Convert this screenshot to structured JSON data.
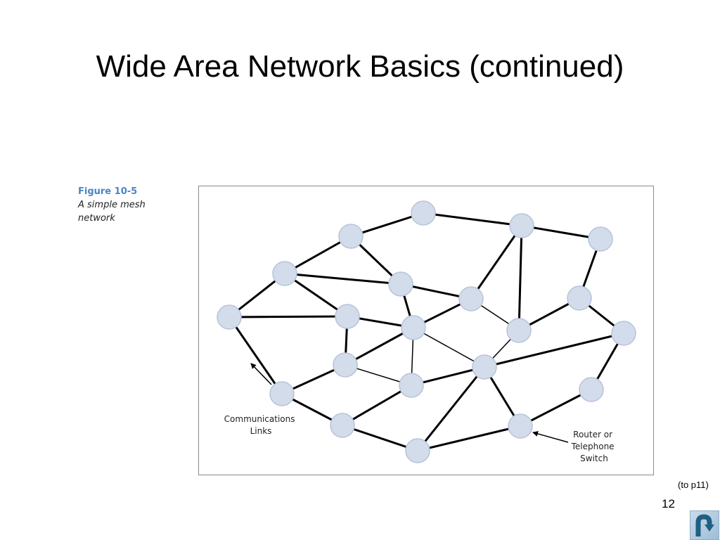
{
  "slide": {
    "title": "Wide Area Network Basics (continued)",
    "ref_note": "(to p11)",
    "page_number": "12"
  },
  "figure": {
    "label": "Figure 10-5",
    "description": "A simple mesh network",
    "annotations": {
      "links": [
        "Communications",
        "Links"
      ],
      "router": [
        "Router or",
        "Telephone",
        "Switch"
      ]
    }
  },
  "colors": {
    "node_fill": "#d3dceb",
    "node_stroke": "#b6c3d8",
    "link": "#000000",
    "figure_label": "#4a86c5",
    "button_icon": "#1f5f86"
  },
  "icons": {
    "return_button": "u-turn-arrow-icon"
  }
}
